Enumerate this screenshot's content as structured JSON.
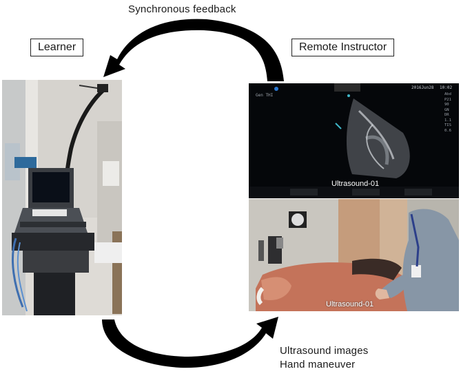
{
  "labels": {
    "top_feedback": "Synchronous feedback",
    "learner": "Learner",
    "remote_instructor": "Remote Instructor",
    "bottom_line1": "Ultrasound images",
    "bottom_line2": "Hand maneuver"
  },
  "screen": {
    "top_label": "Ultrasound-01",
    "bottom_label": "Ultrasound-01",
    "date_text": "2016Jun28",
    "time_text": "10:02",
    "top_left_text": "Gen THI",
    "side_values": [
      "Abd",
      "P21",
      "90",
      "GN",
      "DR",
      "1.1",
      "TIS",
      "0.6"
    ]
  },
  "colors": {
    "arrow": "#000000",
    "screen_bg": "#05070a",
    "wall": "#dcdad6"
  }
}
